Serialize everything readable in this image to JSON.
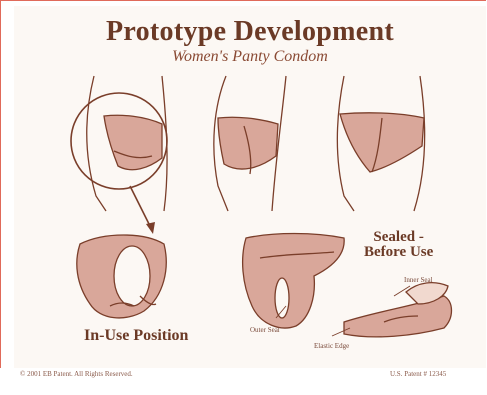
{
  "slide": {
    "title": "Prototype Development",
    "subtitle": "Women's Panty Condom"
  },
  "labels": {
    "in_use": "In-Use Position",
    "sealed_line1": "Sealed -",
    "sealed_line2": "Before Use",
    "inner_seal": "Inner Seal",
    "outer_seal": "Outer Seal",
    "elastic_edge": "Elastic Edge"
  },
  "footer": {
    "left": "© 2001 EB Patent. All Rights Reserved.",
    "right": "U.S. Patent # 12345"
  },
  "colors": {
    "ink": "#7a3e2a",
    "fill": "#d9a79a",
    "skin": "#f1d9cf",
    "frame": "#e06a5a"
  }
}
